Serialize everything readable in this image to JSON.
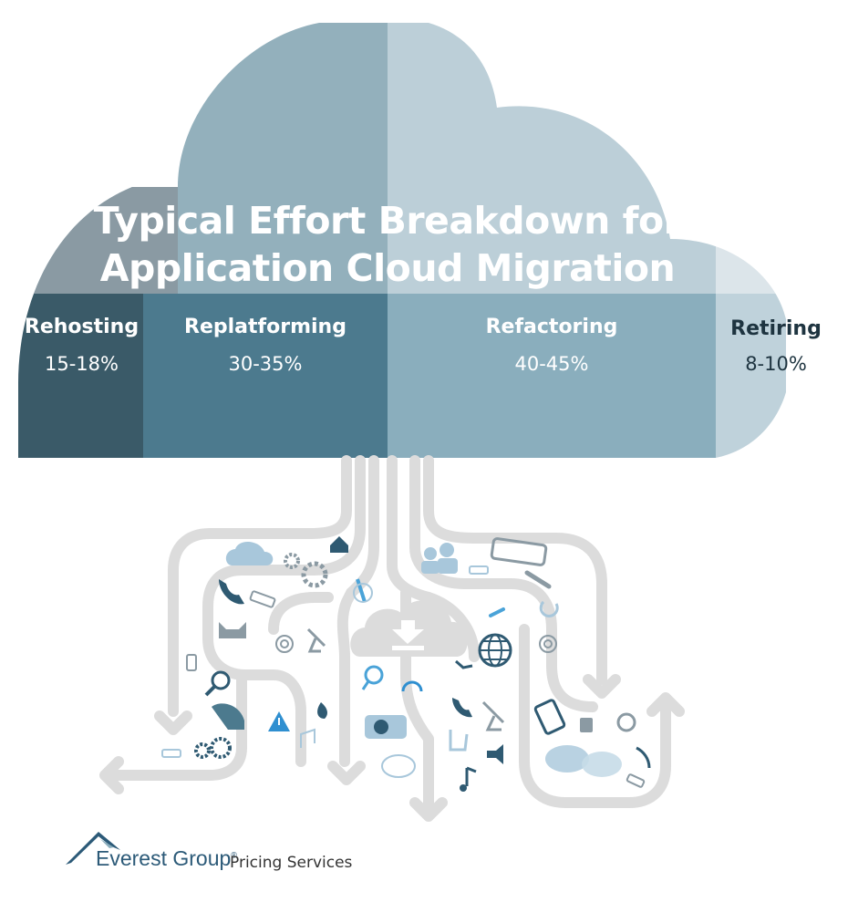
{
  "title": {
    "line1": "Typical Effort Breakdown for",
    "line2": "Application Cloud Migration"
  },
  "segments": [
    {
      "name": "Rehosting",
      "range": "15-18%",
      "color": "#3a5a68"
    },
    {
      "name": "Replatforming",
      "range": "30-35%",
      "color": "#4c7a8e"
    },
    {
      "name": "Refactoring",
      "range": "40-45%",
      "color": "#8aaebd"
    },
    {
      "name": "Retiring",
      "range": "8-10%",
      "color": "#bfd2db"
    }
  ],
  "footer": {
    "brand": "Everest Group",
    "registered": "®",
    "subtitle": "Pricing Services"
  },
  "colors": {
    "cloud_left": "#8a9aa3",
    "cloud_mid": "#93b0bc",
    "cloud_right": "#bccfd8",
    "cloud_far_right": "#dce5ea",
    "roots": "#dcdcdc",
    "icon_dark": "#2f5a72",
    "icon_light": "#a8c7db",
    "brand": "#2c5a78"
  }
}
